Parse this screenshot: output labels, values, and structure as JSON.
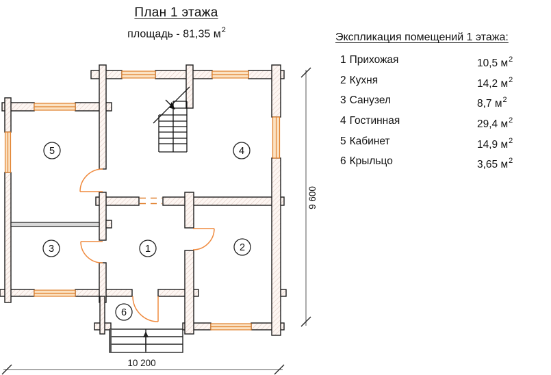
{
  "title": "План 1 этажа",
  "subtitle": {
    "label": "площадь - 81,35",
    "unit": "м",
    "sup": "2"
  },
  "legend": {
    "header": "Экспликация помещений 1 этажа:",
    "unit": "м",
    "sup": "2",
    "rooms": [
      {
        "num": "1",
        "name": "Прихожая",
        "area": "10,5"
      },
      {
        "num": "2",
        "name": "Кухня",
        "area": "14,2"
      },
      {
        "num": "3",
        "name": "Санузел",
        "area": "8,7"
      },
      {
        "num": "4",
        "name": "Гостинная",
        "area": "29,4"
      },
      {
        "num": "5",
        "name": "Кабинет",
        "area": "14,9"
      },
      {
        "num": "6",
        "name": "Крыльцо",
        "area": "3,65"
      }
    ]
  },
  "plan": {
    "rooms": {
      "hallway": "1",
      "kitchen": "2",
      "bathroom": "3",
      "living": "4",
      "study": "5",
      "porch": "6"
    },
    "dimensions": {
      "width_label": "10 200",
      "height_label": "9 600"
    },
    "colors": {
      "outline": "#1c1c1c",
      "wall_fill": "#fdf6f2",
      "wall_hatch": "#e0c9c2",
      "window_border": "#e07f2a",
      "window_fill": "#fbe2c3",
      "door_orange": "#ef8a3e"
    }
  }
}
